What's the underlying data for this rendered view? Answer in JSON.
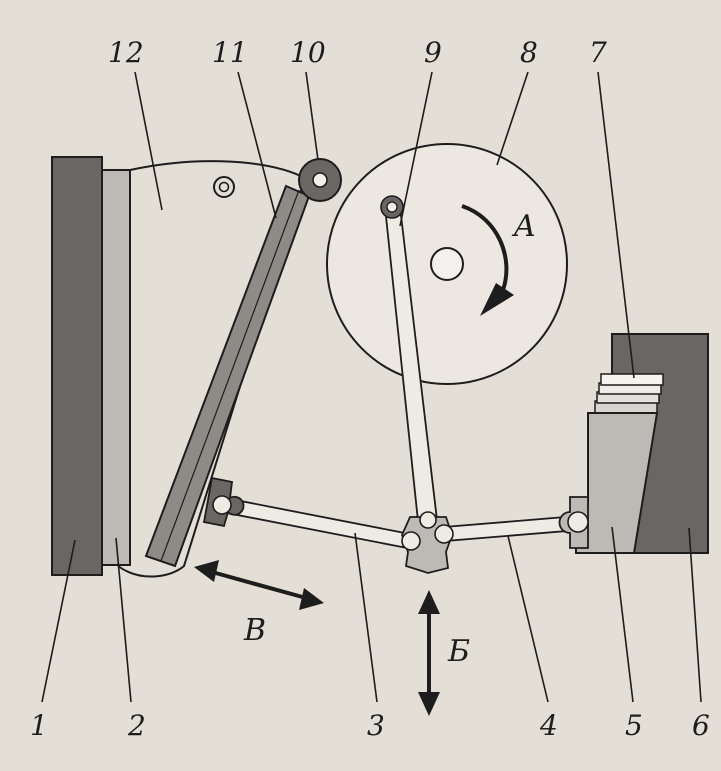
{
  "labels": {
    "n1": "1",
    "n2": "2",
    "n3": "3",
    "n4": "4",
    "n5": "5",
    "n6": "6",
    "n7": "7",
    "n8": "8",
    "n9": "9",
    "n10": "10",
    "n11": "11",
    "n12": "12",
    "A": "A",
    "B_cyr": "Б",
    "V_cyr": "В"
  },
  "colors": {
    "background": "#e3ded6",
    "dark_plate": "#6a6664",
    "light_plate": "#bdb9b5",
    "outline": "#1d1d1d",
    "disc_fill": "#ece8e1"
  }
}
